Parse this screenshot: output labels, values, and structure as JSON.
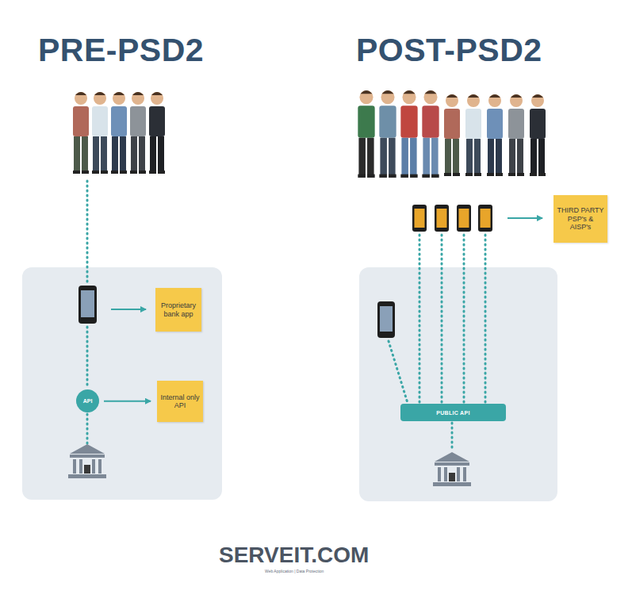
{
  "diagram": {
    "nodes": [
      {
        "text": [
          "Proprietary bank app"
        ]
      },
      {
        "text": [
          "API"
        ]
      },
      {
        "text": [
          "Internal only API"
        ]
      },
      {
        "text": [
          "THIRD PARTY PSP's & AISP's"
        ]
      },
      {
        "text": [
          "PUBLIC API"
        ]
      }
    ],
    "edges": [
      {
        "from": 1,
        "to": 2,
        "arrow": "to"
      }
    ],
    "labels": [
      "PRE-PSD2",
      "POST-PSD2",
      "SERVEIT.COM",
      "Web Application | Data Protection"
    ]
  }
}
